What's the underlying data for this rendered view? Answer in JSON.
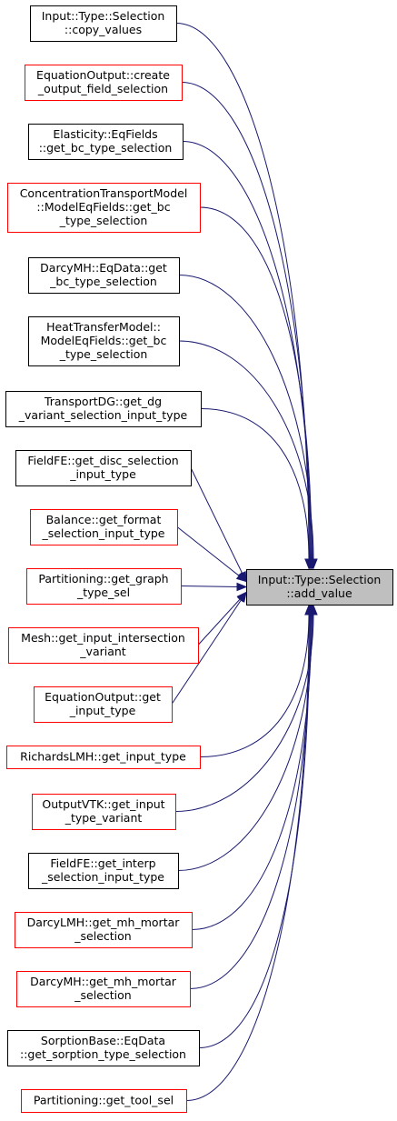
{
  "colors": {
    "edge": "#191970",
    "black_border": "#000000",
    "red_border": "#ff0000",
    "target_fill": "#bfbfbf"
  },
  "target": {
    "lines": [
      "Input::Type::Selection",
      "::add_value"
    ],
    "border": "black"
  },
  "callers": [
    {
      "id": "copy-values",
      "lines": [
        "Input::Type::Selection",
        "::copy_values"
      ],
      "border": "black"
    },
    {
      "id": "create-output-field-selection",
      "lines": [
        "EquationOutput::create",
        "_output_field_selection"
      ],
      "border": "red"
    },
    {
      "id": "elasticity-get-bc-type-selection",
      "lines": [
        "Elasticity::EqFields",
        "::get_bc_type_selection"
      ],
      "border": "black"
    },
    {
      "id": "concentration-get-bc-type-selection",
      "lines": [
        "ConcentrationTransportModel",
        "::ModelEqFields::get_bc",
        "_type_selection"
      ],
      "border": "red"
    },
    {
      "id": "darcymh-get-bc-type-selection",
      "lines": [
        "DarcyMH::EqData::get",
        "_bc_type_selection"
      ],
      "border": "black"
    },
    {
      "id": "heattransfer-get-bc-type-selection",
      "lines": [
        "HeatTransferModel::",
        "ModelEqFields::get_bc",
        "_type_selection"
      ],
      "border": "black"
    },
    {
      "id": "transportdg-get-dg-variant",
      "lines": [
        "TransportDG::get_dg",
        "_variant_selection_input_type"
      ],
      "border": "black"
    },
    {
      "id": "fieldfe-get-disc-selection",
      "lines": [
        "FieldFE::get_disc_selection",
        "_input_type"
      ],
      "border": "black"
    },
    {
      "id": "balance-get-format-selection",
      "lines": [
        "Balance::get_format",
        "_selection_input_type"
      ],
      "border": "red"
    },
    {
      "id": "partitioning-get-graph-type-sel",
      "lines": [
        "Partitioning::get_graph",
        "_type_sel"
      ],
      "border": "red"
    },
    {
      "id": "mesh-get-input-intersection-variant",
      "lines": [
        "Mesh::get_input_intersection",
        "_variant"
      ],
      "border": "red"
    },
    {
      "id": "equationoutput-get-input-type",
      "lines": [
        "EquationOutput::get",
        "_input_type"
      ],
      "border": "red"
    },
    {
      "id": "richardslmh-get-input-type",
      "lines": [
        "RichardsLMH::get_input_type"
      ],
      "border": "red"
    },
    {
      "id": "outputvtk-get-input-type-variant",
      "lines": [
        "OutputVTK::get_input",
        "_type_variant"
      ],
      "border": "red"
    },
    {
      "id": "fieldfe-get-interp-selection",
      "lines": [
        "FieldFE::get_interp",
        "_selection_input_type"
      ],
      "border": "black"
    },
    {
      "id": "darcylmh-get-mh-mortar-selection",
      "lines": [
        "DarcyLMH::get_mh_mortar",
        "_selection"
      ],
      "border": "red"
    },
    {
      "id": "darcymh-get-mh-mortar-selection",
      "lines": [
        "DarcyMH::get_mh_mortar",
        "_selection"
      ],
      "border": "red"
    },
    {
      "id": "sorption-get-sorption-type-selection",
      "lines": [
        "SorptionBase::EqData",
        "::get_sorption_type_selection"
      ],
      "border": "black"
    },
    {
      "id": "partitioning-get-tool-sel",
      "lines": [
        "Partitioning::get_tool_sel"
      ],
      "border": "red"
    }
  ]
}
